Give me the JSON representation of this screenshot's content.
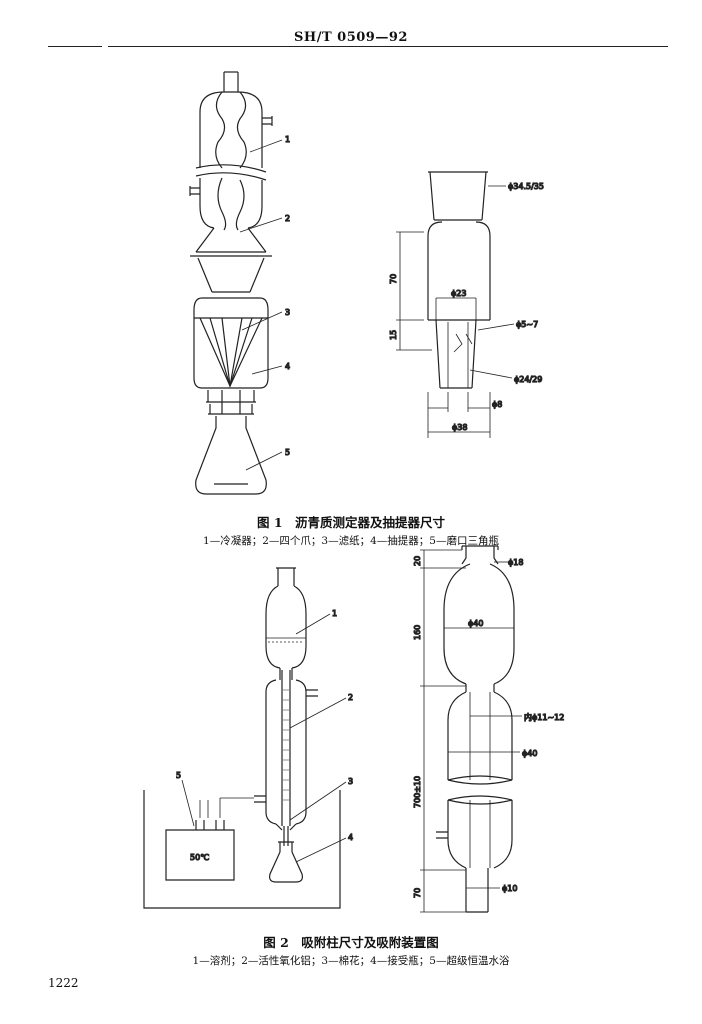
{
  "header": {
    "standard_code": "SH/T 0509—92"
  },
  "figure1": {
    "caption": "图 1　沥青质测定器及抽提器尺寸",
    "legend": "1—冷凝器；2—四个爪；3—滤纸；4—抽提器；5—磨口三角瓶",
    "callouts": [
      "1",
      "2",
      "3",
      "4",
      "5"
    ],
    "dims": {
      "top_joint": "ϕ34.5/35",
      "height_body": "70",
      "height_neck": "15",
      "inner_diam": "ϕ23",
      "hole_diam": "ϕ5~7",
      "bottom_joint": "ϕ24/29",
      "tube_diam": "ϕ8",
      "outer_diam": "ϕ38"
    }
  },
  "figure2": {
    "caption": "图 2　吸附柱尺寸及吸附装置图",
    "legend": "1—溶剂；2—活性氧化铝；3—棉花；4—接受瓶；5—超级恒温水浴",
    "callouts": [
      "1",
      "2",
      "3",
      "4",
      "5"
    ],
    "bath_temp": "50℃",
    "dims": {
      "top_height": "20",
      "top_diam": "ϕ18",
      "bulb_height": "160",
      "bulb_diam": "ϕ40",
      "inner_diam": "内ϕ11~12",
      "jacket_diam": "ϕ40",
      "column_height": "700±10",
      "tip_height": "70",
      "tip_diam": "ϕ10"
    }
  },
  "page_number": "1222"
}
